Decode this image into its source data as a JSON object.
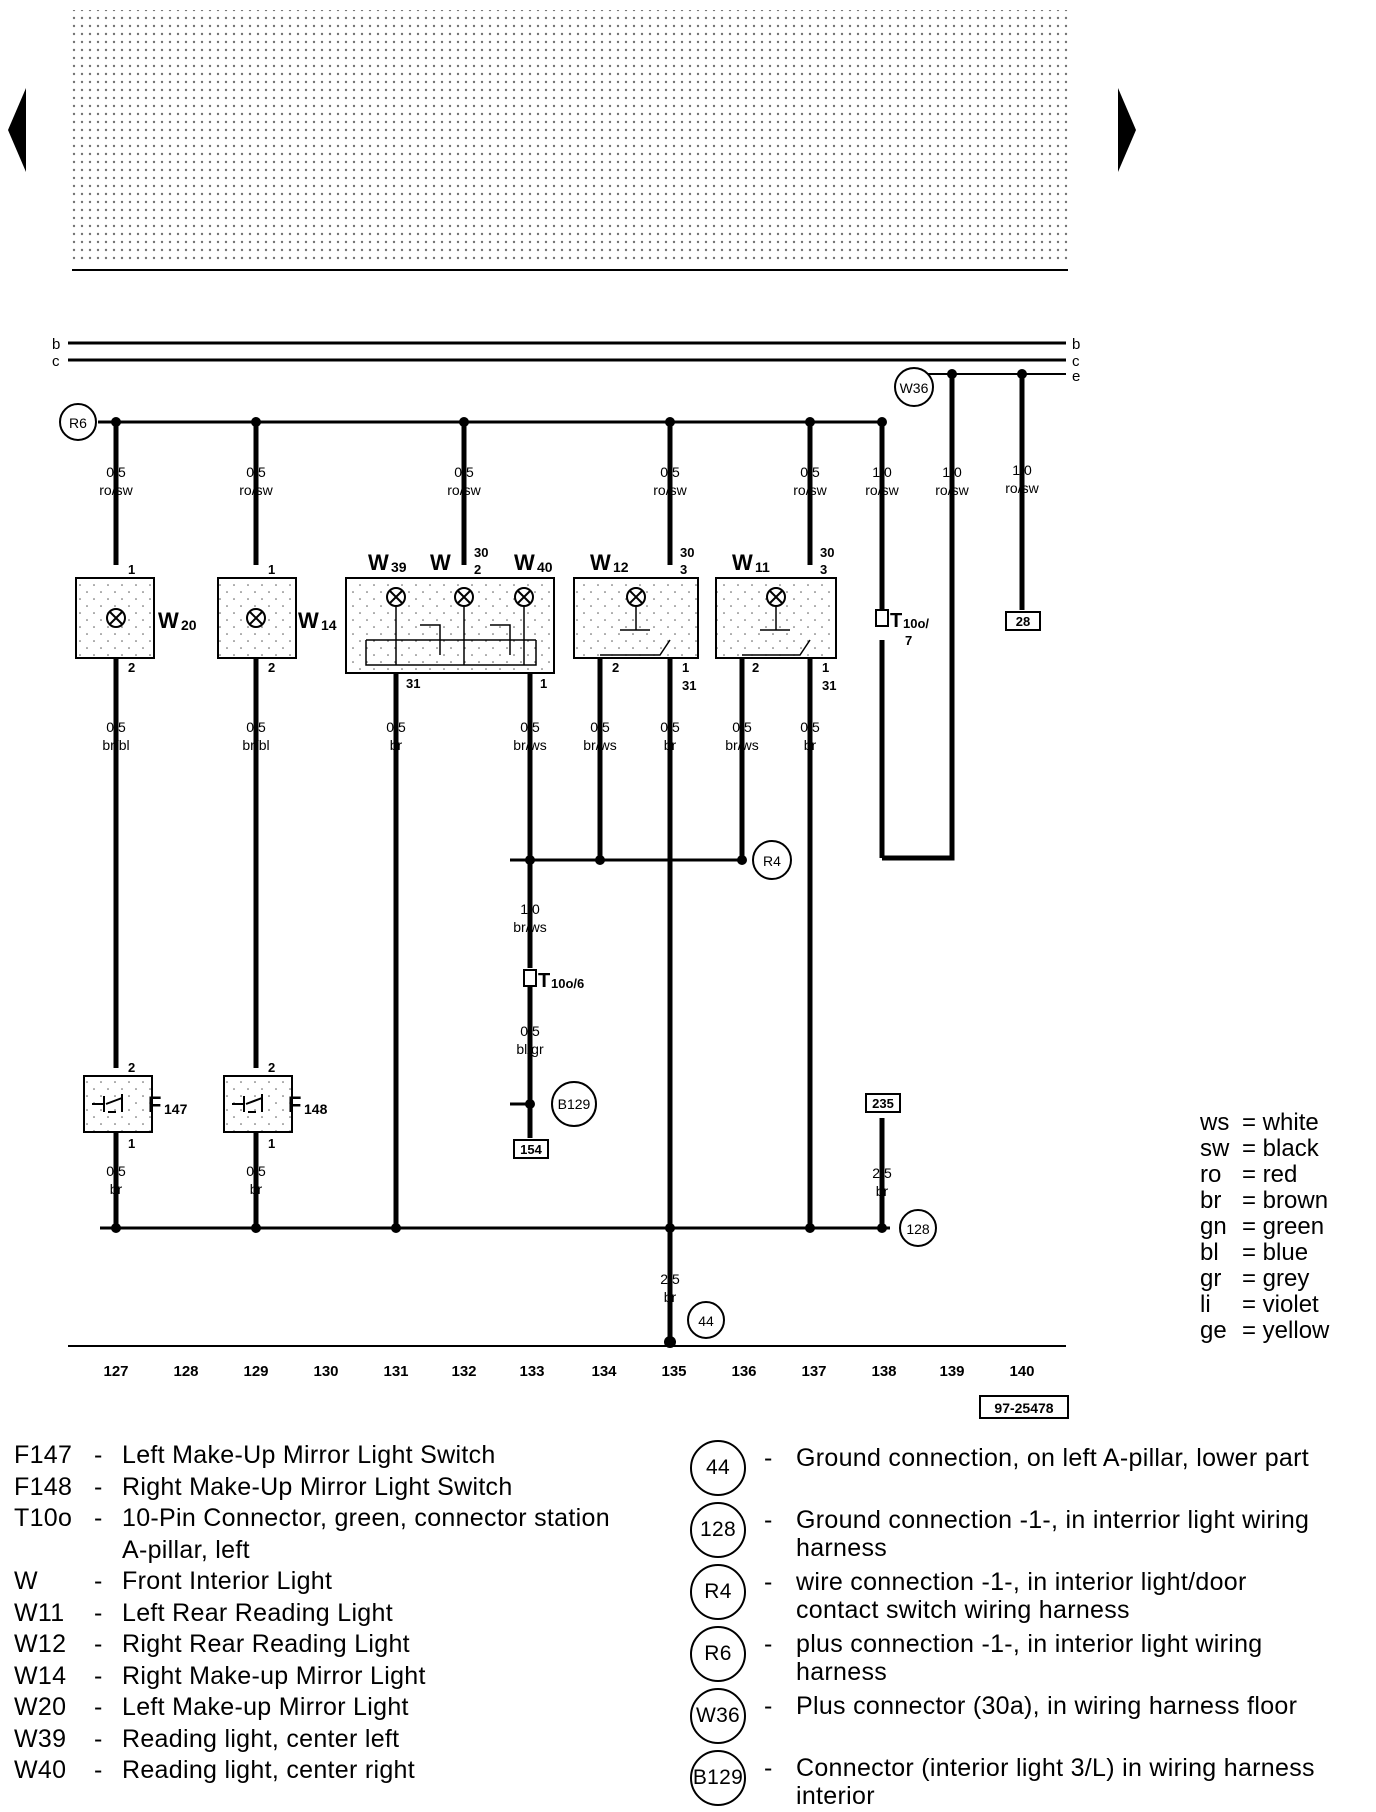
{
  "nav": {
    "prev_icon": "left-triangle-icon",
    "next_icon": "right-triangle-icon"
  },
  "buses": [
    {
      "label_left": "b",
      "label_right": "b"
    },
    {
      "label_left": "c",
      "label_right": "c"
    },
    {
      "label_right": "e"
    }
  ],
  "connections": {
    "r6": "R6",
    "w36": "W36",
    "r4": "R4",
    "b129": "B129",
    "g128": "128",
    "g44": "44"
  },
  "wires": {
    "a1": [
      "0,5",
      "ro/sw"
    ],
    "a2": [
      "0,5",
      "ro/sw"
    ],
    "a3": [
      "0,5",
      "ro/sw"
    ],
    "a4": [
      "0,5",
      "ro/sw"
    ],
    "a5": [
      "0,5",
      "ro/sw"
    ],
    "a6": [
      "1,0",
      "ro/sw"
    ],
    "a7": [
      "1,0",
      "ro/sw"
    ],
    "a8": [
      "1,0",
      "ro/sw"
    ],
    "b1": [
      "0,5",
      "br/bl"
    ],
    "b2": [
      "0,5",
      "br/bl"
    ],
    "b3": [
      "0,5",
      "br"
    ],
    "b4": [
      "0,5",
      "br/ws"
    ],
    "b5": [
      "0,5",
      "br/ws"
    ],
    "b6": [
      "0,5",
      "br"
    ],
    "b7": [
      "0,5",
      "br/ws"
    ],
    "b8": [
      "0,5",
      "br"
    ],
    "c1": [
      "1,0",
      "br/ws"
    ],
    "c2": [
      "0,5",
      "bl/gr"
    ],
    "d1": [
      "0,5",
      "br"
    ],
    "d2": [
      "0,5",
      "br"
    ],
    "d3": [
      "2,5",
      "br"
    ],
    "d4": [
      "2,5",
      "br"
    ]
  },
  "components": {
    "w20": {
      "letter": "W",
      "sub": "20"
    },
    "w14": {
      "letter": "W",
      "sub": "14"
    },
    "w39": {
      "letter": "W",
      "sub": "39"
    },
    "w": {
      "letter": "W"
    },
    "w40": {
      "letter": "W",
      "sub": "40"
    },
    "w12": {
      "letter": "W",
      "sub": "12"
    },
    "w11": {
      "letter": "W",
      "sub": "11"
    },
    "f147": {
      "letter": "F",
      "sub": "147"
    },
    "f148": {
      "letter": "F",
      "sub": "148"
    },
    "t10o7": {
      "letter": "T",
      "sub": "10o/",
      "line2": "7"
    },
    "t10o6": {
      "letter": "T",
      "sub": "10o/6"
    }
  },
  "pins": {
    "p1": "1",
    "p2": "2",
    "p3": "1",
    "p4": "2",
    "p5": "30",
    "p6": "2",
    "p7": "31",
    "p8": "1",
    "p9": "30",
    "p10": "3",
    "p11": "2",
    "p12": "1",
    "p13": "31",
    "p14": "30",
    "p15": "3",
    "p16": "2",
    "p17": "1",
    "p18": "31",
    "p19": "2",
    "p20": "1",
    "p21": "2",
    "p22": "1"
  },
  "refs": {
    "r28": "28",
    "r154": "154",
    "r235": "235"
  },
  "tracks": [
    "127",
    "128",
    "129",
    "130",
    "131",
    "132",
    "133",
    "134",
    "135",
    "136",
    "137",
    "138",
    "139",
    "140"
  ],
  "doc_number": "97-25478",
  "color_codes": [
    {
      "code": "ws",
      "name": "= white"
    },
    {
      "code": "sw",
      "name": "= black"
    },
    {
      "code": "ro",
      "name": "= red"
    },
    {
      "code": "br",
      "name": "= brown"
    },
    {
      "code": "gn",
      "name": "= green"
    },
    {
      "code": "bl",
      "name": "= blue"
    },
    {
      "code": "gr",
      "name": "= grey"
    },
    {
      "code": "li",
      "name": "= violet"
    },
    {
      "code": "ge",
      "name": "= yellow"
    }
  ],
  "legend_left": [
    {
      "code": "F147",
      "desc": "Left Make-Up Mirror Light Switch"
    },
    {
      "code": "F148",
      "desc": "Right Make-Up Mirror Light Switch"
    },
    {
      "code": "T10o",
      "desc": "10-Pin Connector, green, connector station"
    },
    {
      "code": "",
      "desc": "A-pillar, left"
    },
    {
      "code": "W",
      "desc": "Front Interior Light"
    },
    {
      "code": "W11",
      "desc": "Left Rear Reading Light"
    },
    {
      "code": "W12",
      "desc": "Right Rear Reading Light"
    },
    {
      "code": "W14",
      "desc": "Right Make-up Mirror Light"
    },
    {
      "code": "W20",
      "desc": "Left Make-up Mirror Light"
    },
    {
      "code": "W39",
      "desc": "Reading light, center left"
    },
    {
      "code": "W40",
      "desc": "Reading light, center right"
    }
  ],
  "legend_right": [
    {
      "code": "44",
      "desc": "Ground connection, on left A-pillar, lower part"
    },
    {
      "code": "128",
      "desc": "Ground connection -1-, in interrior light wiring harness"
    },
    {
      "code": "R4",
      "desc": "wire connection -1-, in interior light/door contact switch wiring harness"
    },
    {
      "code": "R6",
      "desc": "plus connection -1-, in interior light wiring harness"
    },
    {
      "code": "W36",
      "desc": "Plus connector (30a), in wiring harness floor"
    },
    {
      "code": "B129",
      "desc": "Connector (interior light 3/L) in wiring harness interior"
    }
  ]
}
